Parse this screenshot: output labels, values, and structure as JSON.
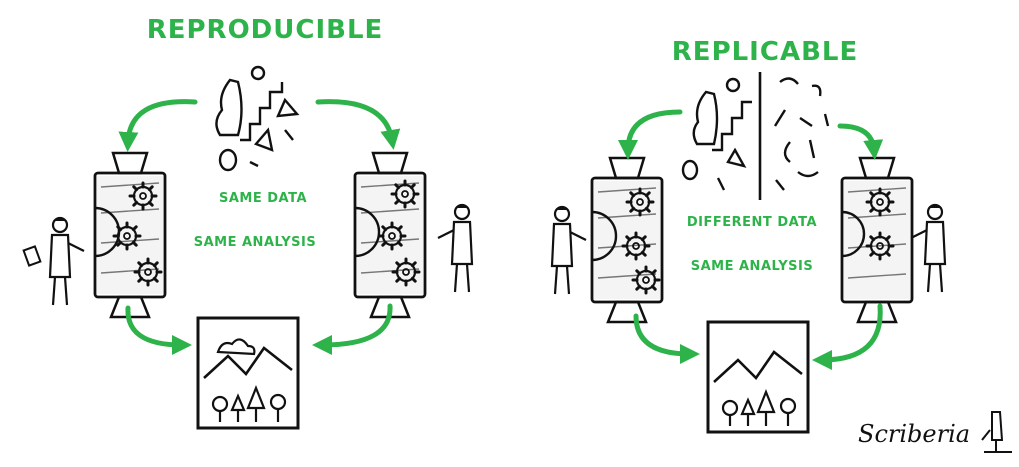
{
  "colors": {
    "accent": "#2db34a",
    "ink": "#111111"
  },
  "left_panel": {
    "title": "REPRODUCIBLE",
    "data_label": "SAME DATA",
    "analysis_label": "SAME ANALYSIS"
  },
  "right_panel": {
    "title": "REPLICABLE",
    "data_label": "DIFFERENT DATA",
    "analysis_label": "SAME ANALYSIS"
  },
  "signature": "Scriberia",
  "icons": [
    "machine-icon",
    "gear-icon",
    "scientist-icon",
    "landscape-picture-icon",
    "arrow-icon",
    "data-shapes-icon"
  ]
}
